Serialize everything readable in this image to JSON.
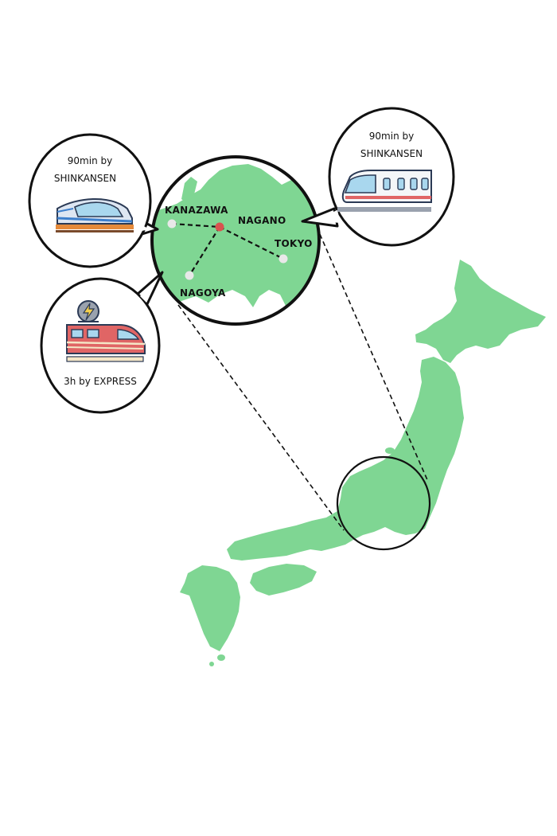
{
  "colors": {
    "land": "#7fd693",
    "outline": "#111111",
    "station": "#e8e8e8",
    "hub": "#d9534f",
    "train_red": "#e06565",
    "train_blue": "#a9d7ee",
    "train_cream": "#f4e6c6",
    "rail_orange": "#e58a3a"
  },
  "stations": {
    "kanazawa": "KANAZAWA",
    "nagano": "NAGANO",
    "tokyo": "TOKYO",
    "nagoya": "NAGOYA"
  },
  "callouts": {
    "left_top": {
      "line1": "90min by",
      "line2": "SHINKANSEN",
      "icon": "shinkansen-icon"
    },
    "right_top": {
      "line1": "90min by",
      "line2": "SHINKANSEN",
      "icon": "shinkansen-side-icon"
    },
    "left_bottom": {
      "line1": "3h by EXPRESS",
      "icon": "electric-train-icon"
    }
  }
}
